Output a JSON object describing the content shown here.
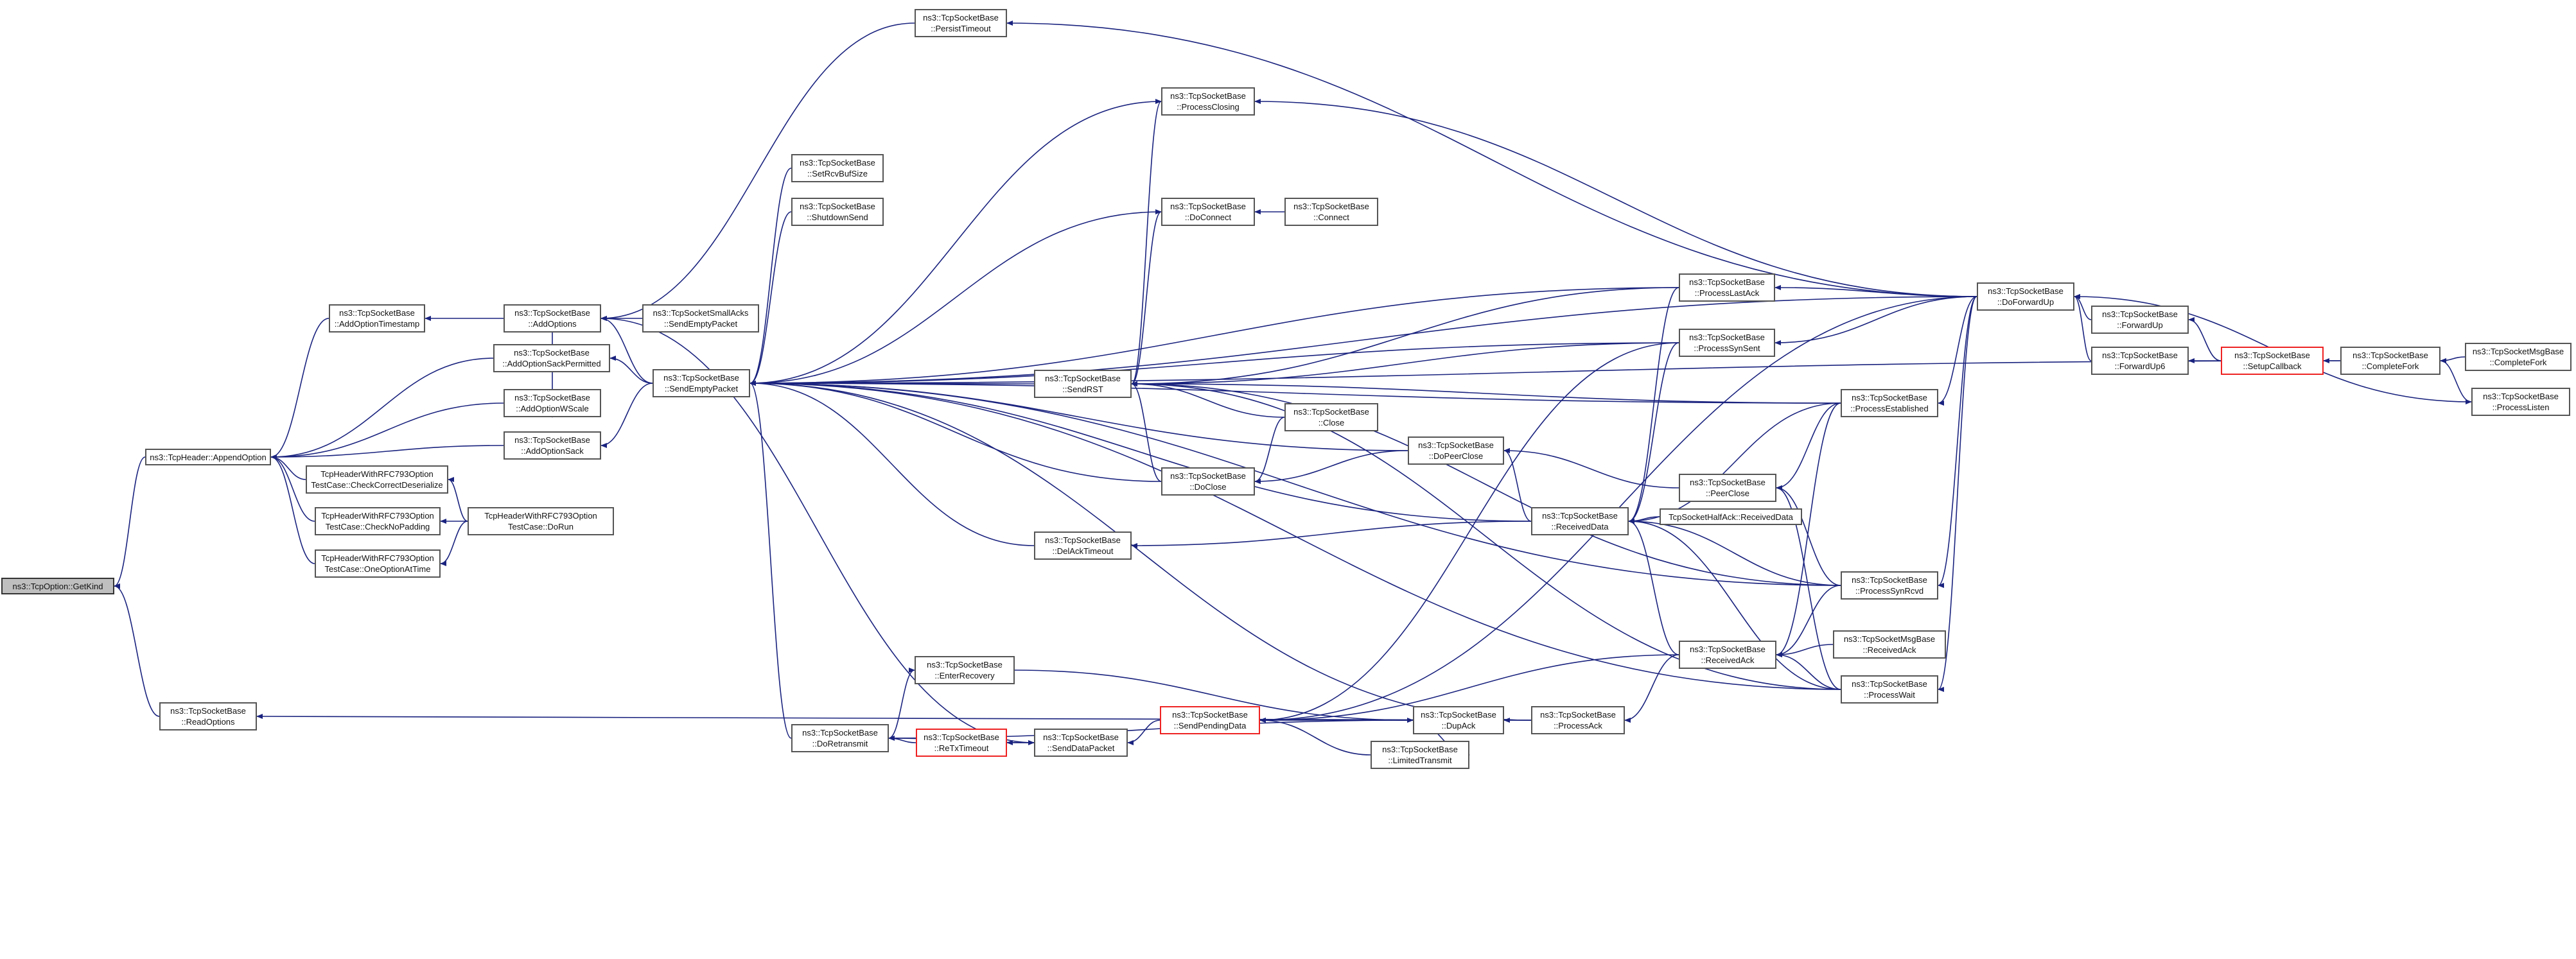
{
  "graph": {
    "title": "",
    "colors": {
      "edge": "#1a237e",
      "node_border": "#555555",
      "truncated_border": "#ee2222",
      "root_fill": "#bfbfbf"
    },
    "nodes": [
      {
        "id": "getkind",
        "lines": [
          "ns3::TcpOption::GetKind"
        ],
        "style": "root"
      },
      {
        "id": "appendoption",
        "lines": [
          "ns3::TcpHeader::AppendOption"
        ]
      },
      {
        "id": "readoptions",
        "lines": [
          "ns3::TcpSocketBase",
          "::ReadOptions"
        ]
      },
      {
        "id": "addopttimestamp",
        "lines": [
          "ns3::TcpSocketBase",
          "::AddOptionTimestamp"
        ]
      },
      {
        "id": "checkcorrect",
        "lines": [
          "TcpHeaderWithRFC793Option",
          "TestCase::CheckCorrectDeserialize"
        ]
      },
      {
        "id": "checknopadding",
        "lines": [
          "TcpHeaderWithRFC793Option",
          "TestCase::CheckNoPadding"
        ]
      },
      {
        "id": "oneoption",
        "lines": [
          "TcpHeaderWithRFC793Option",
          "TestCase::OneOptionAtTime"
        ]
      },
      {
        "id": "addoptions",
        "lines": [
          "ns3::TcpSocketBase",
          "::AddOptions"
        ]
      },
      {
        "id": "addoptsackperm",
        "lines": [
          "ns3::TcpSocketBase",
          "::AddOptionSackPermitted"
        ]
      },
      {
        "id": "addoptwscale",
        "lines": [
          "ns3::TcpSocketBase",
          "::AddOptionWScale"
        ]
      },
      {
        "id": "addoptsack",
        "lines": [
          "ns3::TcpSocketBase",
          "::AddOptionSack"
        ]
      },
      {
        "id": "dorun",
        "lines": [
          "TcpHeaderWithRFC793Option",
          "TestCase::DoRun"
        ]
      },
      {
        "id": "smallacks",
        "lines": [
          "ns3::TcpSocketSmallAcks",
          "::SendEmptyPacket"
        ]
      },
      {
        "id": "sendempty",
        "lines": [
          "ns3::TcpSocketBase",
          "::SendEmptyPacket"
        ]
      },
      {
        "id": "persisttimeout",
        "lines": [
          "ns3::TcpSocketBase",
          "::PersistTimeout"
        ]
      },
      {
        "id": "setrcvbuf",
        "lines": [
          "ns3::TcpSocketBase",
          "::SetRcvBufSize"
        ]
      },
      {
        "id": "shutdownsend",
        "lines": [
          "ns3::TcpSocketBase",
          "::ShutdownSend"
        ]
      },
      {
        "id": "doretransmit",
        "lines": [
          "ns3::TcpSocketBase",
          "::DoRetransmit"
        ]
      },
      {
        "id": "enterrecovery",
        "lines": [
          "ns3::TcpSocketBase",
          "::EnterRecovery"
        ]
      },
      {
        "id": "retxtimeout",
        "lines": [
          "ns3::TcpSocketBase",
          "::ReTxTimeout"
        ],
        "style": "red"
      },
      {
        "id": "senddatapacket",
        "lines": [
          "ns3::TcpSocketBase",
          "::SendDataPacket"
        ]
      },
      {
        "id": "processclosing",
        "lines": [
          "ns3::TcpSocketBase",
          "::ProcessClosing"
        ]
      },
      {
        "id": "doconnect",
        "lines": [
          "ns3::TcpSocketBase",
          "::DoConnect"
        ]
      },
      {
        "id": "connect",
        "lines": [
          "ns3::TcpSocketBase",
          "::Connect"
        ]
      },
      {
        "id": "sendrst",
        "lines": [
          "ns3::TcpSocketBase",
          "::SendRST"
        ]
      },
      {
        "id": "close",
        "lines": [
          "ns3::TcpSocketBase",
          "::Close"
        ]
      },
      {
        "id": "doclose",
        "lines": [
          "ns3::TcpSocketBase",
          "::DoClose"
        ]
      },
      {
        "id": "delacktimeout",
        "lines": [
          "ns3::TcpSocketBase",
          "::DelAckTimeout"
        ]
      },
      {
        "id": "sendpending",
        "lines": [
          "ns3::TcpSocketBase",
          "::SendPendingData"
        ],
        "style": "red"
      },
      {
        "id": "limitedtransmit",
        "lines": [
          "ns3::TcpSocketBase",
          "::LimitedTransmit"
        ]
      },
      {
        "id": "dupack",
        "lines": [
          "ns3::TcpSocketBase",
          "::DupAck"
        ]
      },
      {
        "id": "processack",
        "lines": [
          "ns3::TcpSocketBase",
          "::ProcessAck"
        ]
      },
      {
        "id": "dopeerclose",
        "lines": [
          "ns3::TcpSocketBase",
          "::DoPeerClose"
        ]
      },
      {
        "id": "receiveddata",
        "lines": [
          "ns3::TcpSocketBase",
          "::ReceivedData"
        ]
      },
      {
        "id": "halfack",
        "lines": [
          "TcpSocketHalfAck::ReceivedData"
        ]
      },
      {
        "id": "processlastack",
        "lines": [
          "ns3::TcpSocketBase",
          "::ProcessLastAck"
        ]
      },
      {
        "id": "processsynsent",
        "lines": [
          "ns3::TcpSocketBase",
          "::ProcessSynSent"
        ]
      },
      {
        "id": "processestablished",
        "lines": [
          "ns3::TcpSocketBase",
          "::ProcessEstablished"
        ]
      },
      {
        "id": "peerclose",
        "lines": [
          "ns3::TcpSocketBase",
          "::PeerClose"
        ]
      },
      {
        "id": "processsynrcvd",
        "lines": [
          "ns3::TcpSocketBase",
          "::ProcessSynRcvd"
        ]
      },
      {
        "id": "receivedack",
        "lines": [
          "ns3::TcpSocketBase",
          "::ReceivedAck"
        ]
      },
      {
        "id": "msgbaseack",
        "lines": [
          "ns3::TcpSocketMsgBase",
          "::ReceivedAck"
        ]
      },
      {
        "id": "processwait",
        "lines": [
          "ns3::TcpSocketBase",
          "::ProcessWait"
        ]
      },
      {
        "id": "doforwardup",
        "lines": [
          "ns3::TcpSocketBase",
          "::DoForwardUp"
        ]
      },
      {
        "id": "forwardup",
        "lines": [
          "ns3::TcpSocketBase",
          "::ForwardUp"
        ]
      },
      {
        "id": "forwardup6",
        "lines": [
          "ns3::TcpSocketBase",
          "::ForwardUp6"
        ]
      },
      {
        "id": "setupcallback",
        "lines": [
          "ns3::TcpSocketBase",
          "::SetupCallback"
        ],
        "style": "red"
      },
      {
        "id": "completefork",
        "lines": [
          "ns3::TcpSocketBase",
          "::CompleteFork"
        ]
      },
      {
        "id": "msgcompletefork",
        "lines": [
          "ns3::TcpSocketMsgBase",
          "::CompleteFork"
        ]
      },
      {
        "id": "processlisten",
        "lines": [
          "ns3::TcpSocketBase",
          "::ProcessListen"
        ]
      }
    ],
    "edges": [
      [
        "appendoption",
        "getkind"
      ],
      [
        "readoptions",
        "getkind"
      ],
      [
        "addopttimestamp",
        "appendoption"
      ],
      [
        "addoptsackperm",
        "appendoption"
      ],
      [
        "addoptwscale",
        "appendoption"
      ],
      [
        "addoptsack",
        "appendoption"
      ],
      [
        "checkcorrect",
        "appendoption"
      ],
      [
        "checknopadding",
        "appendoption"
      ],
      [
        "oneoption",
        "appendoption"
      ],
      [
        "dorun",
        "checkcorrect"
      ],
      [
        "dorun",
        "checknopadding"
      ],
      [
        "dorun",
        "oneoption"
      ],
      [
        "addoptions",
        "addopttimestamp"
      ],
      [
        "sendempty",
        "addoptsackperm"
      ],
      [
        "addoptions",
        "addoptwscale"
      ],
      [
        "sendempty",
        "addoptsack"
      ],
      [
        "smallacks",
        "addoptions"
      ],
      [
        "sendempty",
        "addoptions"
      ],
      [
        "senddatapacket",
        "addoptions"
      ],
      [
        "persisttimeout",
        "addoptions"
      ],
      [
        "setrcvbuf",
        "sendempty"
      ],
      [
        "shutdownsend",
        "sendempty"
      ],
      [
        "doretransmit",
        "sendempty"
      ],
      [
        "sendrst",
        "sendempty"
      ],
      [
        "processclosing",
        "sendempty"
      ],
      [
        "doconnect",
        "sendempty"
      ],
      [
        "doclose",
        "sendempty"
      ],
      [
        "delacktimeout",
        "sendempty"
      ],
      [
        "dopeerclose",
        "sendempty"
      ],
      [
        "receiveddata",
        "sendempty"
      ],
      [
        "processlastack",
        "sendempty"
      ],
      [
        "processsynsent",
        "sendempty"
      ],
      [
        "processestablished",
        "sendempty"
      ],
      [
        "processsynrcvd",
        "sendempty"
      ],
      [
        "processwait",
        "sendempty"
      ],
      [
        "processack",
        "sendempty"
      ],
      [
        "completefork",
        "sendempty"
      ],
      [
        "doforwardup",
        "sendempty"
      ],
      [
        "retxtimeout",
        "doretransmit"
      ],
      [
        "dupack",
        "doretransmit"
      ],
      [
        "doretransmit",
        "enterrecovery"
      ],
      [
        "enterrecovery",
        "dupack"
      ],
      [
        "senddatapacket",
        "retxtimeout"
      ],
      [
        "sendpending",
        "senddatapacket"
      ],
      [
        "doretransmit",
        "senddatapacket"
      ],
      [
        "limitedtransmit",
        "sendpending"
      ],
      [
        "dupack",
        "sendpending"
      ],
      [
        "receivedack",
        "sendpending"
      ],
      [
        "processsynsent",
        "sendpending"
      ],
      [
        "doforwardup",
        "sendpending"
      ],
      [
        "dupack",
        "limitedtransmit"
      ],
      [
        "processack",
        "dupack"
      ],
      [
        "receivedack",
        "processack"
      ],
      [
        "sendrst",
        "processclosing"
      ],
      [
        "sendrst",
        "doconnect"
      ],
      [
        "connect",
        "doconnect"
      ],
      [
        "close",
        "sendrst"
      ],
      [
        "doclose",
        "sendrst"
      ],
      [
        "processlastack",
        "sendrst"
      ],
      [
        "processsynsent",
        "sendrst"
      ],
      [
        "processestablished",
        "sendrst"
      ],
      [
        "processsynrcvd",
        "sendrst"
      ],
      [
        "processwait",
        "sendrst"
      ],
      [
        "close",
        "doclose"
      ],
      [
        "dopeerclose",
        "doclose"
      ],
      [
        "receiveddata",
        "delacktimeout"
      ],
      [
        "receiveddata",
        "dopeerclose"
      ],
      [
        "peerclose",
        "dopeerclose"
      ],
      [
        "halfack",
        "receiveddata"
      ],
      [
        "processestablished",
        "receiveddata"
      ],
      [
        "processwait",
        "receiveddata"
      ],
      [
        "processsynrcvd",
        "receiveddata"
      ],
      [
        "processlastack",
        "receiveddata"
      ],
      [
        "processsynsent",
        "receiveddata"
      ],
      [
        "receivedack",
        "receiveddata"
      ],
      [
        "processestablished",
        "peerclose"
      ],
      [
        "processsynrcvd",
        "peerclose"
      ],
      [
        "processwait",
        "peerclose"
      ],
      [
        "processestablished",
        "receivedack"
      ],
      [
        "processsynrcvd",
        "receivedack"
      ],
      [
        "processwait",
        "receivedack"
      ],
      [
        "msgbaseack",
        "receivedack"
      ],
      [
        "doforwardup",
        "processclosing"
      ],
      [
        "doforwardup",
        "processlastack"
      ],
      [
        "doforwardup",
        "processsynsent"
      ],
      [
        "doforwardup",
        "processestablished"
      ],
      [
        "doforwardup",
        "processsynrcvd"
      ],
      [
        "doforwardup",
        "processwait"
      ],
      [
        "doforwardup",
        "persisttimeout"
      ],
      [
        "forwardup",
        "doforwardup"
      ],
      [
        "forwardup6",
        "doforwardup"
      ],
      [
        "setupcallback",
        "forwardup"
      ],
      [
        "setupcallback",
        "forwardup6"
      ],
      [
        "completefork",
        "setupcallback"
      ],
      [
        "msgcompletefork",
        "completefork"
      ],
      [
        "processlisten",
        "completefork"
      ],
      [
        "doforwardup",
        "processlisten"
      ],
      [
        "processack",
        "readoptions"
      ]
    ]
  }
}
